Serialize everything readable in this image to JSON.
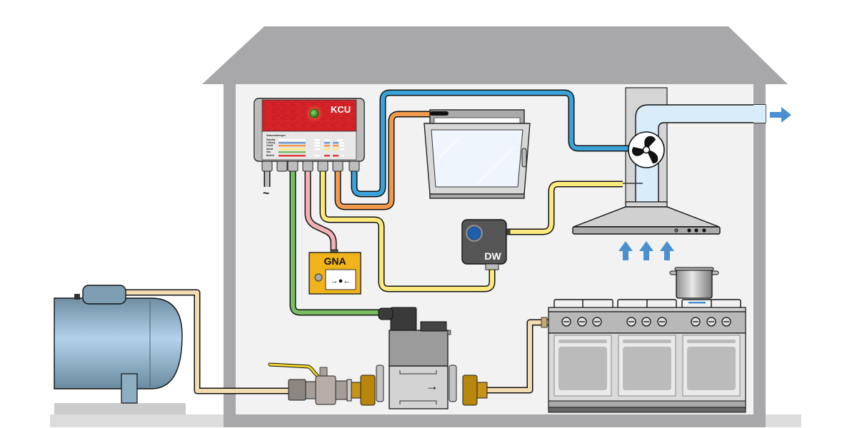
{
  "diagram": {
    "title": "Kitchen gas ventilation safety interlock",
    "colors": {
      "roof": "#a8a8aa",
      "wall_interior": "#f2f2f2",
      "ground": "#dcdcdc",
      "kcu_red": "#d6232a",
      "cable_blue": "#3aa2d8",
      "cable_orange": "#f19a4d",
      "cable_yellow": "#fbe97c",
      "cable_pink": "#f3b0b0",
      "cable_green": "#78bd62",
      "gas_pipe": "#f2dcb0",
      "airflow_arrow": "#4a90d0",
      "gna_yellow": "#f0b319",
      "dw_body": "#555555",
      "dw_button": "#1f5fad"
    }
  },
  "kcu": {
    "label": "KCU",
    "status_title": "Statusmeldungen",
    "status_rows": [
      "Standby",
      "Lüftung",
      "Zuluft",
      "Abluft",
      "Gas",
      "Betrieb"
    ],
    "power_symbol": "~"
  },
  "gna": {
    "label": "GNA",
    "symbol": "→●←"
  },
  "dw": {
    "label": "DW"
  },
  "valve": {
    "flow_symbol": "→"
  }
}
